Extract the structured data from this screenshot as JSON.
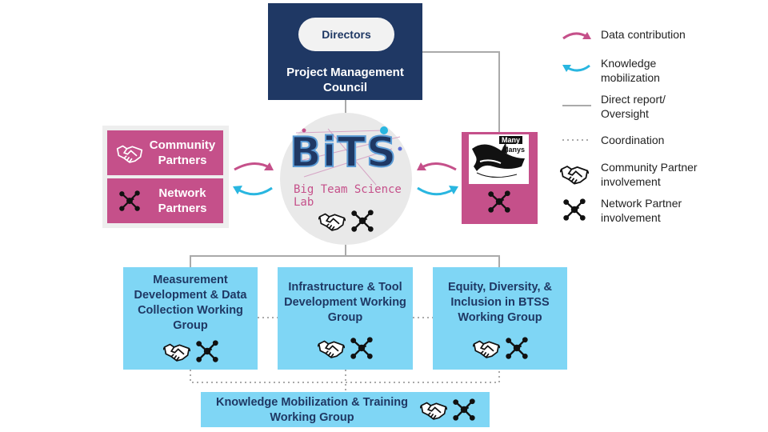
{
  "pm": {
    "directors": "Directors",
    "council": "Project Management Council"
  },
  "left": {
    "community": "Community Partners",
    "network": "Network Partners"
  },
  "bits": {
    "logo": "BiTS",
    "subtitle_line1": "Big Team Science",
    "subtitle_line2": "Lab"
  },
  "manymanys": {
    "line1": "Many",
    "line2": "Manys"
  },
  "working_groups": [
    {
      "label": "Measurement Development & Data Collection Working Group"
    },
    {
      "label": "Infrastructure & Tool Development Working Group"
    },
    {
      "label": "Equity, Diversity, & Inclusion in BTSS Working Group"
    }
  ],
  "km_group": {
    "label": "Knowledge Mobilization & Training Working Group"
  },
  "legend": [
    {
      "label": "Data contribution",
      "icon": "pink-arrow-icon"
    },
    {
      "label": "Knowledge mobilization",
      "icon": "blue-arrow-icon"
    },
    {
      "label": "Direct report/ Oversight",
      "icon": "solid-line-icon"
    },
    {
      "label": "Coordination",
      "icon": "dotted-line-icon"
    },
    {
      "label": "Community Partner involvement",
      "icon": "handshake-icon"
    },
    {
      "label": "Network Partner involvement",
      "icon": "network-icon"
    }
  ],
  "colors": {
    "navy": "#1f3864",
    "pink": "#c5508a",
    "light_blue": "#7fd6f5",
    "cyan_arrow": "#29b6e0",
    "pink_arrow": "#c5508a"
  }
}
